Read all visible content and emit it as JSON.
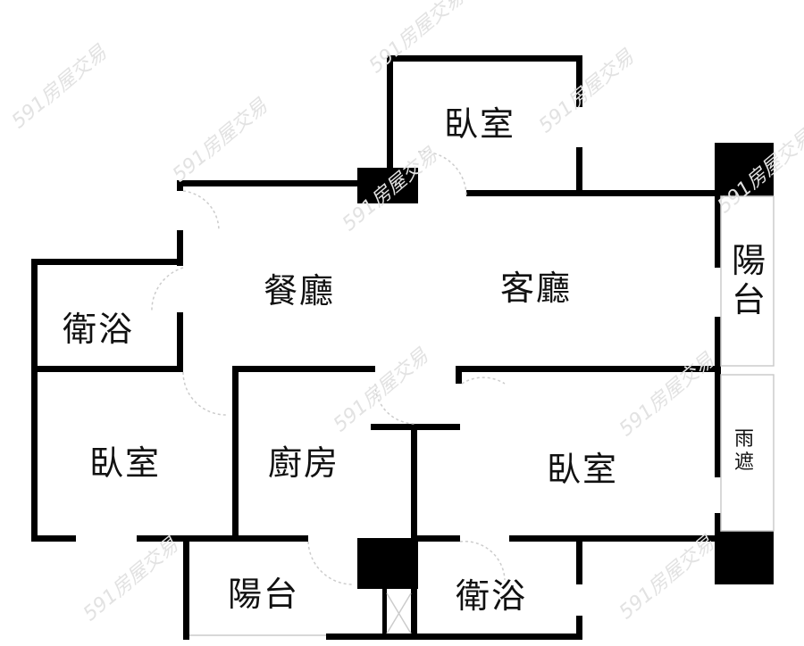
{
  "rooms": {
    "bedroom_top": "臥室",
    "dining": "餐廳",
    "living": "客廳",
    "balcony_right": "陽台",
    "bath_left": "衛浴",
    "bedroom_left": "臥室",
    "kitchen": "廚房",
    "bedroom_right": "臥室",
    "canopy": "雨遮",
    "balcony_bottom": "陽台",
    "bath_bottom": "衛浴"
  },
  "watermark": "591房屋交易"
}
